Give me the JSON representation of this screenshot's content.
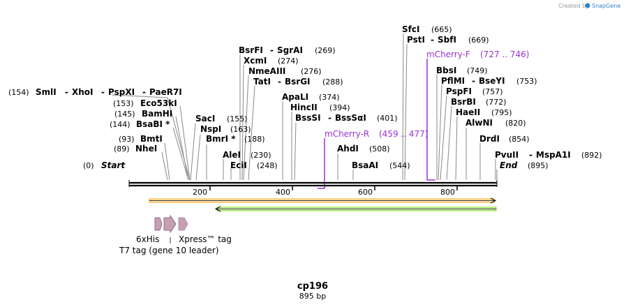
{
  "credit": {
    "text": "Created by",
    "brand": "SnapGene"
  },
  "map": {
    "name": "cp196",
    "length": "895 bp",
    "ticks": [
      "200",
      "400",
      "600",
      "800"
    ]
  },
  "sites": [
    {
      "name": "SmlI",
      "pos": "(154)"
    },
    {
      "name": "XhoI"
    },
    {
      "name": "PspXI"
    },
    {
      "name": "PaeR7I"
    },
    {
      "name": "Eco53kI",
      "pos": "(153)"
    },
    {
      "name": "BamHI",
      "pos": "(145)"
    },
    {
      "name": "BsaBI *",
      "pos": "(144)"
    },
    {
      "name": "BmtI",
      "pos": "(93)"
    },
    {
      "name": "NheI",
      "pos": "(89)"
    },
    {
      "name": "Start",
      "pos": "(0)"
    },
    {
      "name": "BsrFI",
      "pos": "(269)"
    },
    {
      "name": "SgrAI"
    },
    {
      "name": "XcmI",
      "pos": "(274)"
    },
    {
      "name": "NmeAIII",
      "pos": "(276)"
    },
    {
      "name": "TatI",
      "pos": "(288)"
    },
    {
      "name": "BsrGI"
    },
    {
      "name": "SacI",
      "pos": "(155)"
    },
    {
      "name": "NspI",
      "pos": "(163)"
    },
    {
      "name": "BmrI *",
      "pos": "(188)"
    },
    {
      "name": "AleI",
      "pos": "(230)"
    },
    {
      "name": "EciI",
      "pos": "(248)"
    },
    {
      "name": "ApaLI",
      "pos": "(374)"
    },
    {
      "name": "HincII",
      "pos": "(394)"
    },
    {
      "name": "BssSI",
      "pos": "(401)"
    },
    {
      "name": "BssSαI"
    },
    {
      "name": "AhdI",
      "pos": "(508)"
    },
    {
      "name": "BsaAI",
      "pos": "(544)"
    },
    {
      "name": "SfcI",
      "pos": "(665)"
    },
    {
      "name": "PstI",
      "pos": "(669)"
    },
    {
      "name": "SbfI"
    },
    {
      "name": "BbsI",
      "pos": "(749)"
    },
    {
      "name": "PflMI",
      "pos": "(753)"
    },
    {
      "name": "BseYI"
    },
    {
      "name": "PspFI",
      "pos": "(757)"
    },
    {
      "name": "BsrBI",
      "pos": "(772)"
    },
    {
      "name": "HaeII",
      "pos": "(795)"
    },
    {
      "name": "AlwNI",
      "pos": "(820)"
    },
    {
      "name": "DrdI",
      "pos": "(854)"
    },
    {
      "name": "PvuII",
      "pos": "(892)"
    },
    {
      "name": "MspA1I"
    },
    {
      "name": "End",
      "pos": "(895)"
    }
  ],
  "primers": [
    {
      "name": "mCherry-F",
      "range": "(727 .. 746)",
      "color": "#9b30d0"
    },
    {
      "name": "mCherry-R",
      "range": "(459 .. 477)",
      "color": "#9b30d0"
    }
  ],
  "features": [
    {
      "name": "6xHis",
      "color": "#c7a0b4"
    },
    {
      "name": "Xpress™ tag",
      "color": "#c7a0b4"
    },
    {
      "name": "T7 tag (gene 10 leader)",
      "color": "#c7a0b4"
    }
  ],
  "orfs": [
    {
      "direction": "forward",
      "color": "#f6a817"
    },
    {
      "direction": "reverse",
      "color": "#7ed321"
    }
  ],
  "colors": {
    "backbone": "#000000",
    "connector": "#888888",
    "primer": "#9b30d0",
    "brand": "#2f86c8"
  }
}
